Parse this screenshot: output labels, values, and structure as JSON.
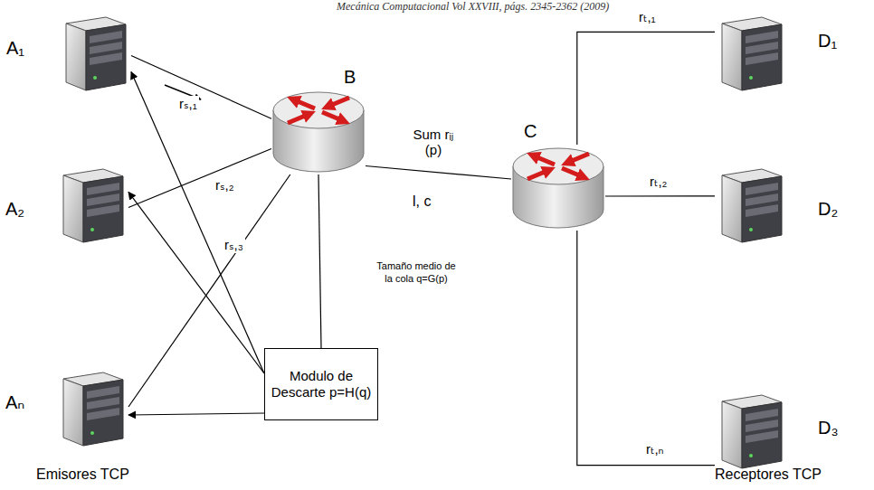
{
  "diagram": {
    "nodes": [
      {
        "text": [
          "A₁"
        ]
      },
      {
        "text": [
          "A₂"
        ]
      },
      {
        "text": [
          "Aₙ"
        ]
      },
      {
        "text": [
          "B"
        ]
      },
      {
        "text": [
          "C"
        ]
      },
      {
        "text": [
          "Modulo de Descarte p=H(q)"
        ]
      },
      {
        "text": [
          "D₁"
        ]
      },
      {
        "text": [
          "D₂"
        ]
      },
      {
        "text": [
          "D₃"
        ]
      }
    ],
    "edges": [
      {
        "from": 0,
        "to": 3,
        "arrow": "none",
        "label": "rₛ,₁"
      },
      {
        "from": 1,
        "to": 3,
        "arrow": "none",
        "label": "rₛ,₂"
      },
      {
        "from": 2,
        "to": 3,
        "arrow": "none",
        "label": "rₛ,₃"
      },
      {
        "from": 3,
        "to": 4,
        "arrow": "none",
        "label": "Sum rᵢⱼ (p)"
      },
      {
        "from": 3,
        "to": 5,
        "arrow": "none"
      },
      {
        "from": 5,
        "to": 0,
        "arrow": "to"
      },
      {
        "from": 5,
        "to": 1,
        "arrow": "to"
      },
      {
        "from": 5,
        "to": 2,
        "arrow": "to"
      },
      {
        "from": 4,
        "to": 6,
        "arrow": "none",
        "label": "rₜ,₁"
      },
      {
        "from": 4,
        "to": 7,
        "arrow": "none",
        "label": "rₜ,₂"
      },
      {
        "from": 4,
        "to": 8,
        "arrow": "none",
        "label": "rₜ,ₙ"
      }
    ],
    "labels": [
      "Mecánica Computacional Vol XXVIII, págs. 2345-2362 (2009)",
      "l, c",
      "Tamaño medio de la cola q=G(p)",
      "Emisores TCP",
      "Receptores TCP"
    ]
  }
}
